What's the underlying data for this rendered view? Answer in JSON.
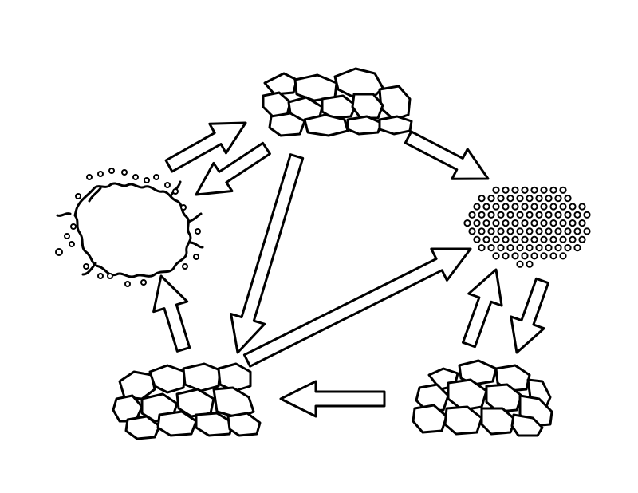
{
  "diagram": {
    "nodes": [
      {
        "id": "top",
        "depiction": "rock-pile"
      },
      {
        "id": "left",
        "depiction": "molten-blob"
      },
      {
        "id": "right",
        "depiction": "sediment-particles"
      },
      {
        "id": "bottom-left",
        "depiction": "rock-pile"
      },
      {
        "id": "bottom-right",
        "depiction": "rock-pile"
      }
    ],
    "edges": [
      {
        "from": "left",
        "to": "top"
      },
      {
        "from": "top",
        "to": "left"
      },
      {
        "from": "top",
        "to": "right"
      },
      {
        "from": "top",
        "to": "bottom-left"
      },
      {
        "from": "bottom-left",
        "to": "right"
      },
      {
        "from": "bottom-left",
        "to": "left"
      },
      {
        "from": "bottom-right",
        "to": "right"
      },
      {
        "from": "right",
        "to": "bottom-right"
      },
      {
        "from": "bottom-right",
        "to": "bottom-left"
      }
    ],
    "colors": {
      "stroke": "#000000",
      "fill": "#ffffff"
    }
  }
}
